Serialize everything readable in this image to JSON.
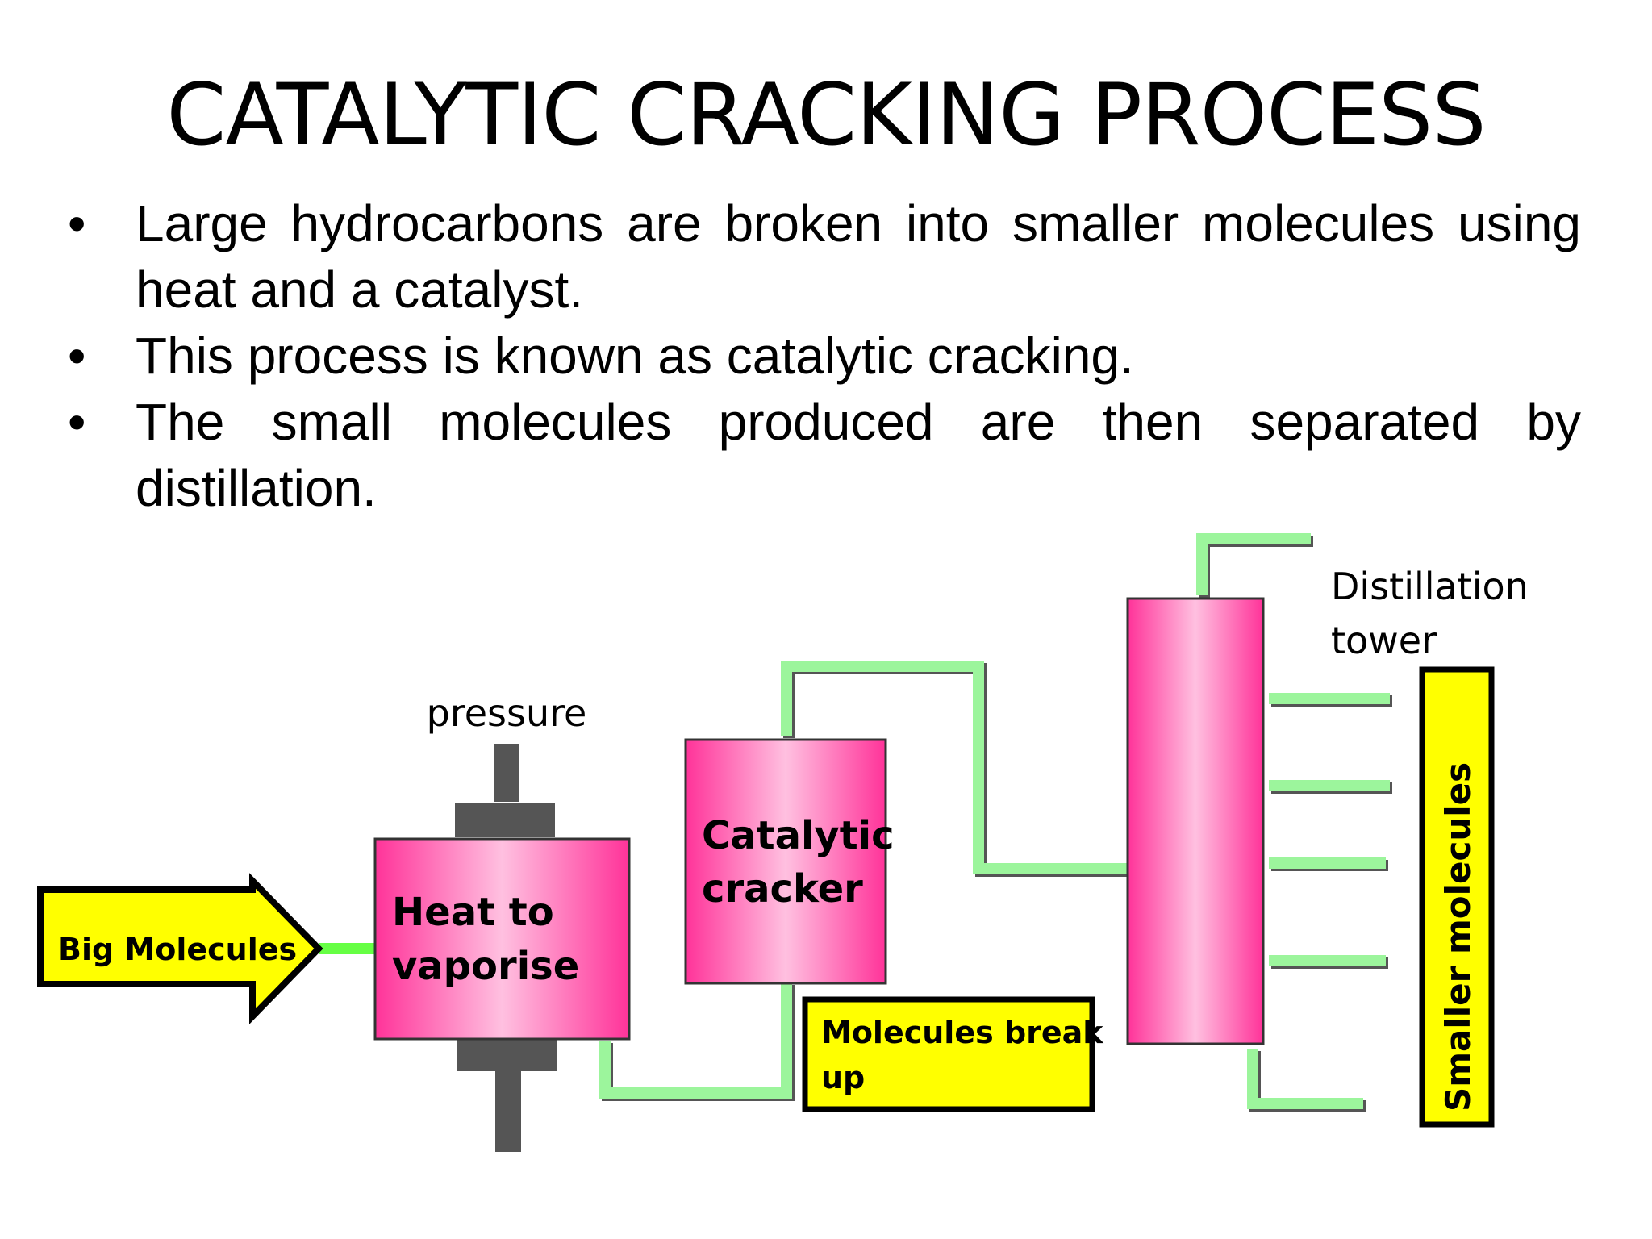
{
  "slide": {
    "title": "CATALYTIC CRACKING PROCESS",
    "bullets": [
      "Large hydrocarbons are broken into smaller molecules using heat and a catalyst.",
      "This process is known as catalytic cracking.",
      "The small molecules produced are then separated by distillation."
    ],
    "bullet_symbol": "•"
  },
  "diagram": {
    "input_arrow_label": "Big Molecules",
    "pressure_label": "pressure",
    "heater_label_line1": "Heat to",
    "heater_label_line2": "vaporise",
    "cracker_label_line1": "Catalytic",
    "cracker_label_line2": "cracker",
    "break_up_label_line1": "Molecules break",
    "break_up_label_line2": "up",
    "tower_label_line1": "Distillation",
    "tower_label_line2": "tower",
    "output_label": "Smaller molecules"
  },
  "colors": {
    "pipe": "#9cf59c",
    "pipe_shadow": "#555555",
    "vessel_edge": "#ff3399",
    "vessel_center": "#ffc0e0",
    "label_fill": "#ffff00",
    "press_block": "#555555"
  }
}
